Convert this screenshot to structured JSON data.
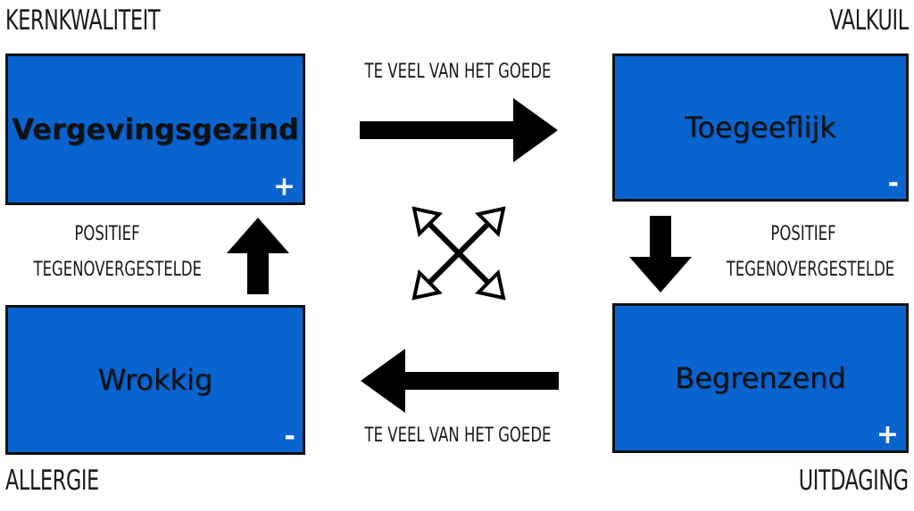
{
  "corners": {
    "top_left": "KERNKWALITEIT",
    "top_right": "VALKUIL",
    "bottom_left": "ALLERGIE",
    "bottom_right": "UITDAGING"
  },
  "boxes": {
    "top_left": {
      "label": "Vergevingsgezind",
      "sign": "+"
    },
    "top_right": {
      "label": "Toegeeflijk",
      "sign": "-"
    },
    "bottom_left": {
      "label": "Wrokkig",
      "sign": "-"
    },
    "bottom_right": {
      "label": "Begrenzend",
      "sign": "+"
    }
  },
  "arrow_labels": {
    "top": "TE VEEL VAN HET GOEDE",
    "bottom": "TE VEEL VAN HET GOEDE",
    "left_line1": "POSITIEF",
    "left_line2": "TEGENOVERGESTELDE",
    "right_line1": "POSITIEF",
    "right_line2": "TEGENOVERGESTELDE"
  },
  "colors": {
    "box_fill": "#0a64d0",
    "box_border": "#111111",
    "arrow": "#000000"
  }
}
